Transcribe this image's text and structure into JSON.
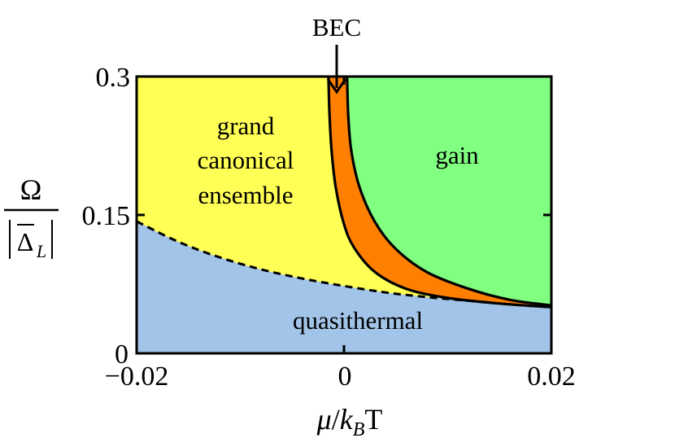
{
  "chart_data": {
    "type": "area",
    "title": "",
    "xlabel": "μ/k_B T",
    "ylabel": "Ω/|Δ̄_L|",
    "xlim": [
      -0.02,
      0.02
    ],
    "ylim": [
      0,
      0.3
    ],
    "x_ticks": [
      "−0.02",
      "0",
      "0.02"
    ],
    "y_ticks": [
      "0",
      "0.15",
      "0.3"
    ],
    "grid": false,
    "annotation": "BEC",
    "regions": [
      {
        "name": "grand canonical ensemble",
        "lines": [
          "grand",
          "canonical",
          "ensemble"
        ],
        "color": "#ffff55"
      },
      {
        "name": "gain",
        "lines": [
          "gain"
        ],
        "color": "#80ff80"
      },
      {
        "name": "quasithermal",
        "lines": [
          "quasithermal"
        ],
        "color": "#a2c4e8"
      },
      {
        "name": "BEC",
        "lines": [],
        "color": "#ff8000"
      }
    ],
    "boundaries": {
      "quasithermal_dashed": {
        "x": [
          -0.02,
          -0.016,
          -0.012,
          -0.008,
          -0.004,
          0,
          0.004,
          0.008,
          0.012,
          0.016,
          0.02
        ],
        "y": [
          0.143,
          0.121,
          0.104,
          0.091,
          0.081,
          0.073,
          0.066,
          0.061,
          0.057,
          0.053,
          0.05
        ]
      },
      "bec_left": {
        "x": [
          -0.0015,
          -0.0014,
          -0.0012,
          -0.0008,
          0,
          0.001,
          0.003,
          0.006,
          0.01,
          0.015,
          0.02
        ],
        "y": [
          0.3,
          0.26,
          0.22,
          0.18,
          0.14,
          0.114,
          0.088,
          0.07,
          0.06,
          0.054,
          0.05
        ]
      },
      "bec_right": {
        "x": [
          0.0003,
          0.0004,
          0.0007,
          0.0015,
          0.003,
          0.005,
          0.008,
          0.012,
          0.016,
          0.02
        ],
        "y": [
          0.3,
          0.26,
          0.22,
          0.18,
          0.142,
          0.113,
          0.088,
          0.07,
          0.058,
          0.052
        ]
      }
    }
  },
  "labels": {
    "x_axis_mu": "μ",
    "x_axis_slash": "/",
    "x_axis_k": "k",
    "x_axis_sub": "B",
    "x_axis_T": "T",
    "y_axis_num": "Ω",
    "y_axis_den": "Δ",
    "y_axis_den_sub": "L",
    "bec": "BEC"
  }
}
